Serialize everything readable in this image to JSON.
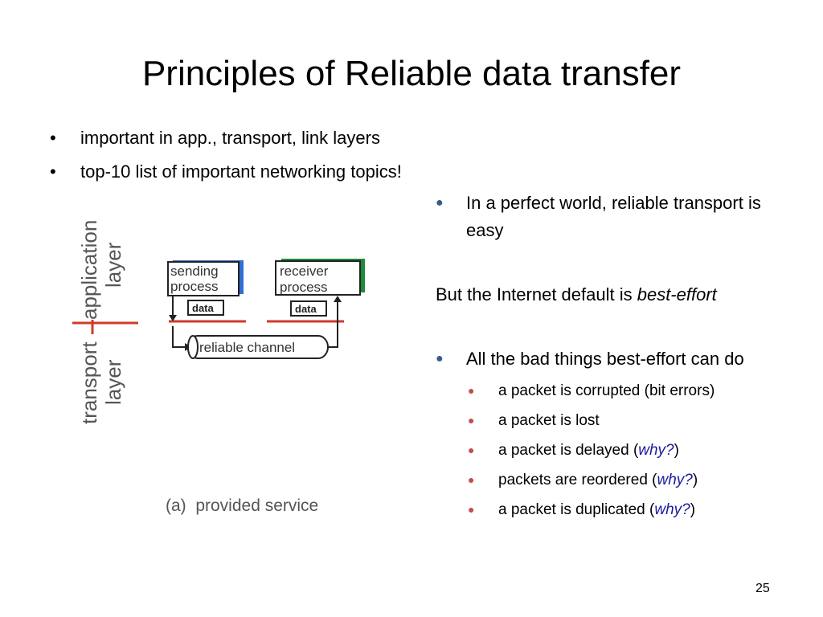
{
  "title": "Principles of Reliable data transfer",
  "top_bullets": [
    "important in app., transport, link layers",
    "top-10 list of important networking topics!"
  ],
  "diagram": {
    "app_layer_label_1": "application",
    "app_layer_label_2": "layer",
    "transport_layer_label_1": "transport",
    "transport_layer_label_2": "layer",
    "sending_1": "sending",
    "sending_2": "process",
    "receiver_1": "receiver",
    "receiver_2": "process",
    "data_send": "data",
    "data_recv": "data",
    "channel": "reliable channel",
    "caption": "(a)  provided service"
  },
  "right": {
    "bullet1": "In a perfect world, reliable transport is easy",
    "default_prefix": "But the Internet default is ",
    "default_em": "best-effort",
    "bullet2": "All the bad things best-effort can do",
    "sub": [
      {
        "text": "a packet is corrupted (bit errors)",
        "why": "",
        "close": ""
      },
      {
        "text": "a packet is lost",
        "why": "",
        "close": ""
      },
      {
        "text": "a packet is delayed (",
        "why": "why?",
        "close": ")"
      },
      {
        "text": "packets are reordered (",
        "why": "why?",
        "close": ")"
      },
      {
        "text": "a packet is duplicated (",
        "why": "why?",
        "close": ")"
      }
    ]
  },
  "page_number": "25",
  "colors": {
    "sending_shadow": "#2f6fd6",
    "receiver_shadow": "#1f8a3a",
    "layer_line": "#d03a2a",
    "bullet_blue": "#3a5a8c",
    "bullet_red": "#c0504d",
    "why_blue": "#1a1aa0"
  }
}
